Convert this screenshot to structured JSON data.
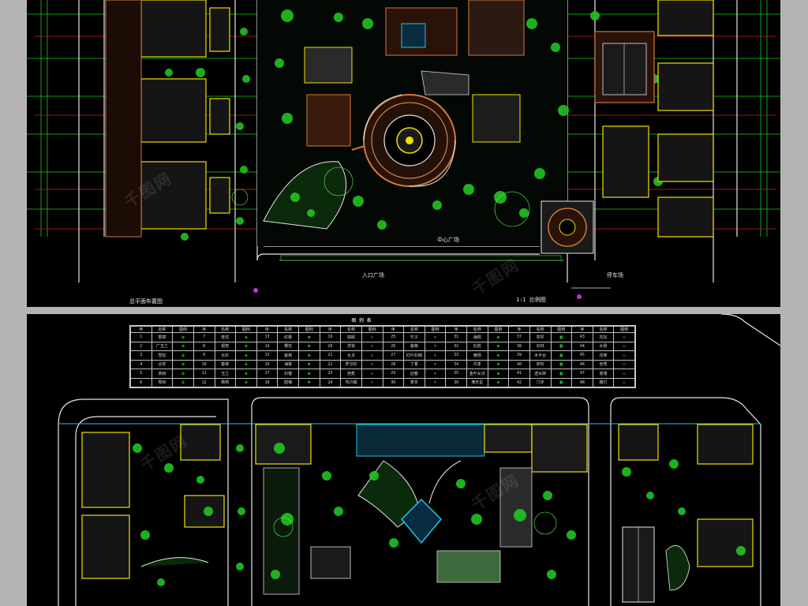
{
  "colors": {
    "background": "#000000",
    "frame": "#b4b4b4",
    "plant_green": "#22c322",
    "road_white": "#e6e6e6",
    "building_yellow": "#f0e000",
    "grid_green": "#18d018",
    "pavement_orange": "#d27a3a",
    "water_cyan": "#20c8e0",
    "dim_red": "#d02020",
    "magenta": "#d030d0"
  },
  "top_panel": {
    "caption_left": "总平面布置图",
    "caption_right": "1:1 比例图",
    "label_a": "入口广场",
    "label_b": "中心广场",
    "label_c": "停车场"
  },
  "bottom_panel": {
    "legend": {
      "title": "图 例 表",
      "columns": [
        "序",
        "名称",
        "图例",
        "序",
        "名称",
        "图例",
        "序",
        "名称",
        "图例",
        "序",
        "名称",
        "图例",
        "序",
        "名称",
        "图例",
        "序",
        "名称",
        "图例",
        "序",
        "名称",
        "图例",
        "序",
        "名称",
        "图例"
      ],
      "rows": [
        [
          "1",
          "香樟",
          "✿",
          "7",
          "桂花",
          "❀",
          "13",
          "红枫",
          "✺",
          "19",
          "棕榈",
          "✳",
          "25",
          "竹子",
          "✶",
          "31",
          "海桐",
          "✹",
          "37",
          "草坪",
          "▦",
          "43",
          "花坛",
          "▭"
        ],
        [
          "2",
          "广玉兰",
          "✿",
          "8",
          "银杏",
          "❀",
          "14",
          "樱花",
          "✺",
          "20",
          "苏铁",
          "✳",
          "26",
          "紫薇",
          "✶",
          "32",
          "杜鹃",
          "✹",
          "38",
          "石材",
          "▦",
          "44",
          "水景",
          "▭"
        ],
        [
          "3",
          "雪松",
          "✿",
          "9",
          "水杉",
          "❀",
          "15",
          "紫荆",
          "✺",
          "21",
          "女贞",
          "✳",
          "27",
          "红叶石楠",
          "✶",
          "33",
          "黄杨",
          "✹",
          "39",
          "木平台",
          "▦",
          "45",
          "花架",
          "▭"
        ],
        [
          "4",
          "合欢",
          "✿",
          "10",
          "垂柳",
          "❀",
          "16",
          "海棠",
          "✺",
          "22",
          "罗汉松",
          "✳",
          "28",
          "丁香",
          "✶",
          "34",
          "月季",
          "✹",
          "40",
          "卵石",
          "▦",
          "46",
          "坐凳",
          "▭"
        ],
        [
          "5",
          "栾树",
          "✿",
          "11",
          "玉兰",
          "❀",
          "17",
          "石榴",
          "✺",
          "23",
          "芭蕉",
          "✳",
          "29",
          "迎春",
          "✶",
          "35",
          "金叶女贞",
          "✹",
          "41",
          "透水砖",
          "▦",
          "47",
          "景墙",
          "▭"
        ],
        [
          "6",
          "榉树",
          "✿",
          "12",
          "枫杨",
          "❀",
          "18",
          "腊梅",
          "✺",
          "24",
          "鸡爪槭",
          "✳",
          "30",
          "麦冬",
          "✶",
          "36",
          "满天星",
          "✹",
          "42",
          "汀步",
          "▦",
          "48",
          "路灯",
          "▭"
        ]
      ]
    }
  },
  "watermark": "千图网"
}
